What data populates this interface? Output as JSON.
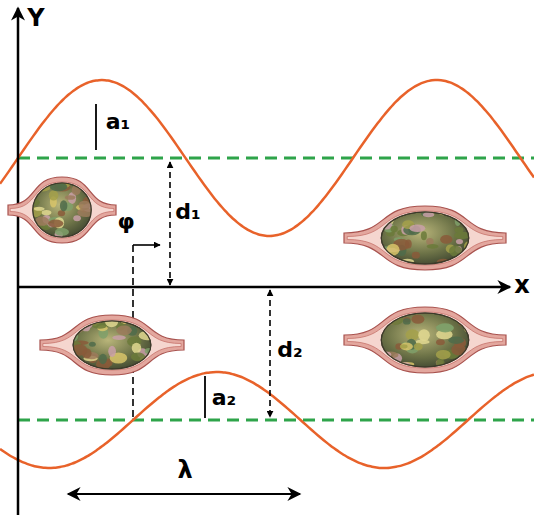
{
  "diagram": {
    "labels": [
      "Y",
      "x",
      "a₁",
      "d₁",
      "φ",
      "d₂",
      "a₂",
      "λ"
    ]
  }
}
